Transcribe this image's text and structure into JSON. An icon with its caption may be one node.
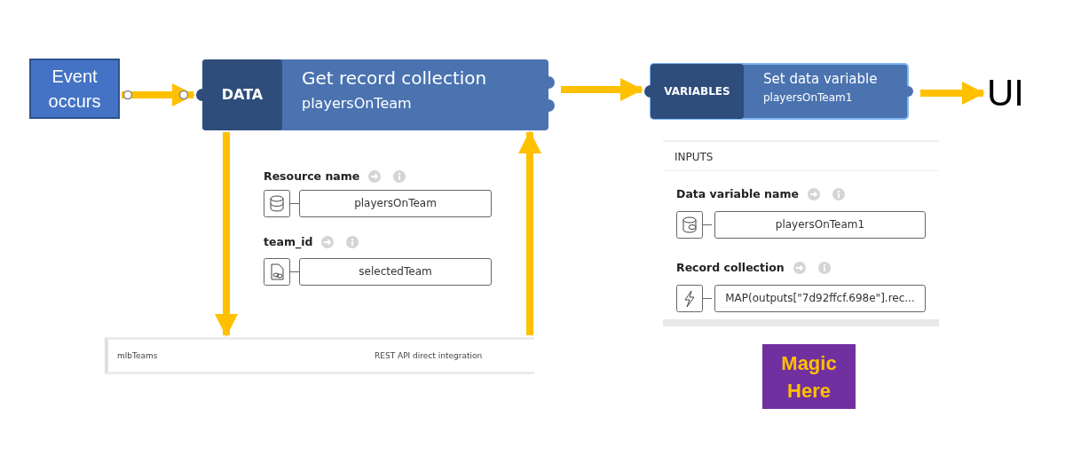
{
  "diagram": {
    "nodes": [
      {
        "text": [
          "Event occurs"
        ]
      },
      {
        "text": [
          "DATA",
          "Get record collection",
          "playersOnTeam"
        ]
      },
      {
        "text": [
          "VARIABLES",
          "Set data variable",
          "playersOnTeam1"
        ]
      },
      {
        "text": [
          "UI"
        ]
      },
      {
        "text": [
          "mlbTeams",
          "REST API direct integration"
        ]
      },
      {
        "text": [
          "Magic Here"
        ]
      }
    ],
    "edges": [
      {
        "from": 0,
        "to": 1,
        "arrow": "to"
      },
      {
        "from": 1,
        "to": 2,
        "arrow": "to"
      },
      {
        "from": 2,
        "to": 3,
        "arrow": "to"
      },
      {
        "from": 1,
        "to": 4,
        "arrow": "to"
      },
      {
        "from": 4,
        "to": 1,
        "arrow": "to"
      }
    ],
    "labels": [
      "Resource name",
      "playersOnTeam",
      "team_id",
      "selectedTeam",
      "INPUTS",
      "Data variable name",
      "playersOnTeam1",
      "Record collection",
      "MAP(outputs[\"7d92ffcf.698e\"].rec..."
    ]
  }
}
